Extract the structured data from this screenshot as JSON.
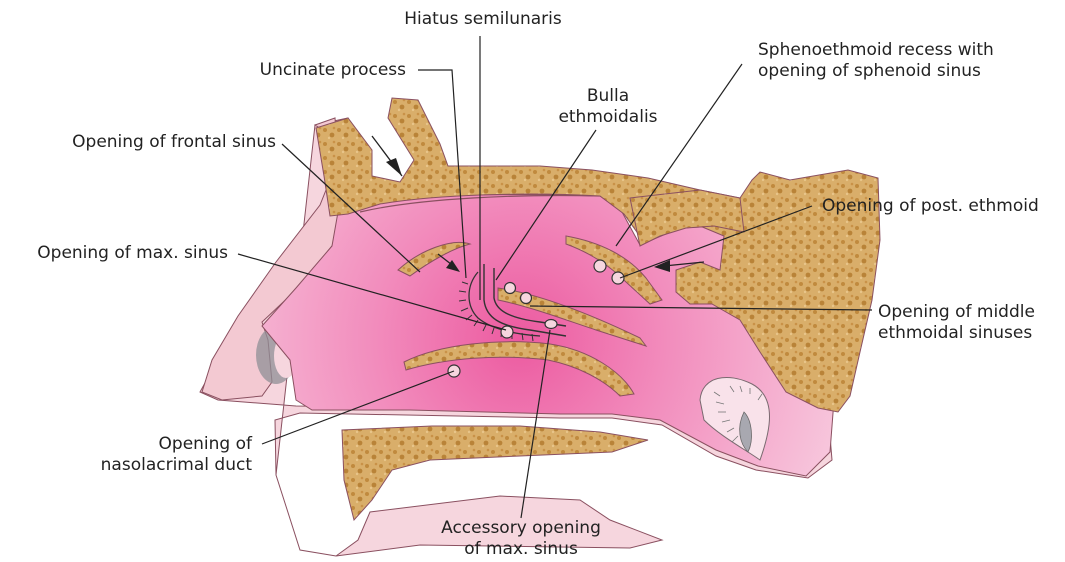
{
  "colors": {
    "bone": "#d9ae6a",
    "bone_texture": "#c08a3e",
    "mucosa": "#f6d6de",
    "mucosa_outline": "#8a5060",
    "cavity_center": "#ec5aa0",
    "cavity_edge": "#f7c6dc",
    "leader": "#222222"
  },
  "labels": {
    "hiatus_semilunaris": [
      "Hiatus semilunaris"
    ],
    "uncinate_process": [
      "Uncinate process"
    ],
    "bulla_ethmoidalis": [
      "Bulla",
      "ethmoidalis"
    ],
    "sphenoethmoid_recess": [
      "Sphenoethmoid recess with",
      "opening of sphenoid sinus"
    ],
    "opening_frontal_sinus": [
      "Opening of frontal sinus"
    ],
    "opening_post_ethmoid": [
      "Opening of post. ethmoid"
    ],
    "opening_max_sinus": [
      "Opening of max. sinus"
    ],
    "opening_middle_ethmoidal": [
      "Opening of middle",
      "ethmoidal sinuses"
    ],
    "opening_nasolacrimal": [
      "Opening of",
      "nasolacrimal duct"
    ],
    "accessory_opening": [
      "Accessory opening",
      "of max. sinus"
    ]
  }
}
